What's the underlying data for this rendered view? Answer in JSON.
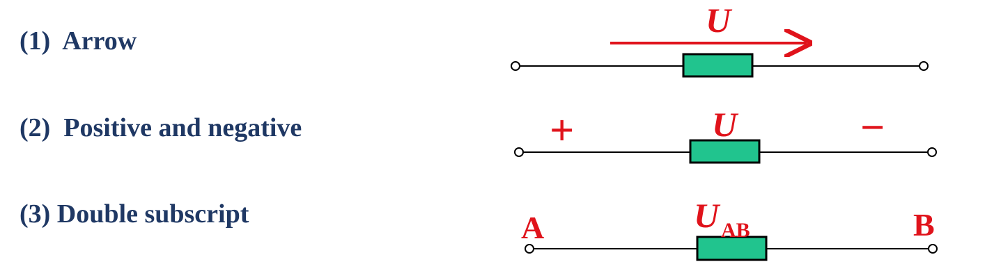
{
  "methods": [
    {
      "label": "(1)  Arrow"
    },
    {
      "label": "(2)  Positive and negative"
    },
    {
      "label": "(3) Double subscript"
    }
  ],
  "diagrams": {
    "arrow": {
      "voltage_symbol": "U"
    },
    "polarity": {
      "voltage_symbol": "U",
      "positive_sign": "+",
      "negative_sign": "−"
    },
    "subscript": {
      "voltage_symbol": "U",
      "subscript": "AB",
      "terminal_left": "A",
      "terminal_right": "B"
    }
  },
  "colors": {
    "label_text": "#1f3864",
    "annotation": "#e0131b",
    "resistor_fill": "#21c48e",
    "wire": "#000000"
  }
}
